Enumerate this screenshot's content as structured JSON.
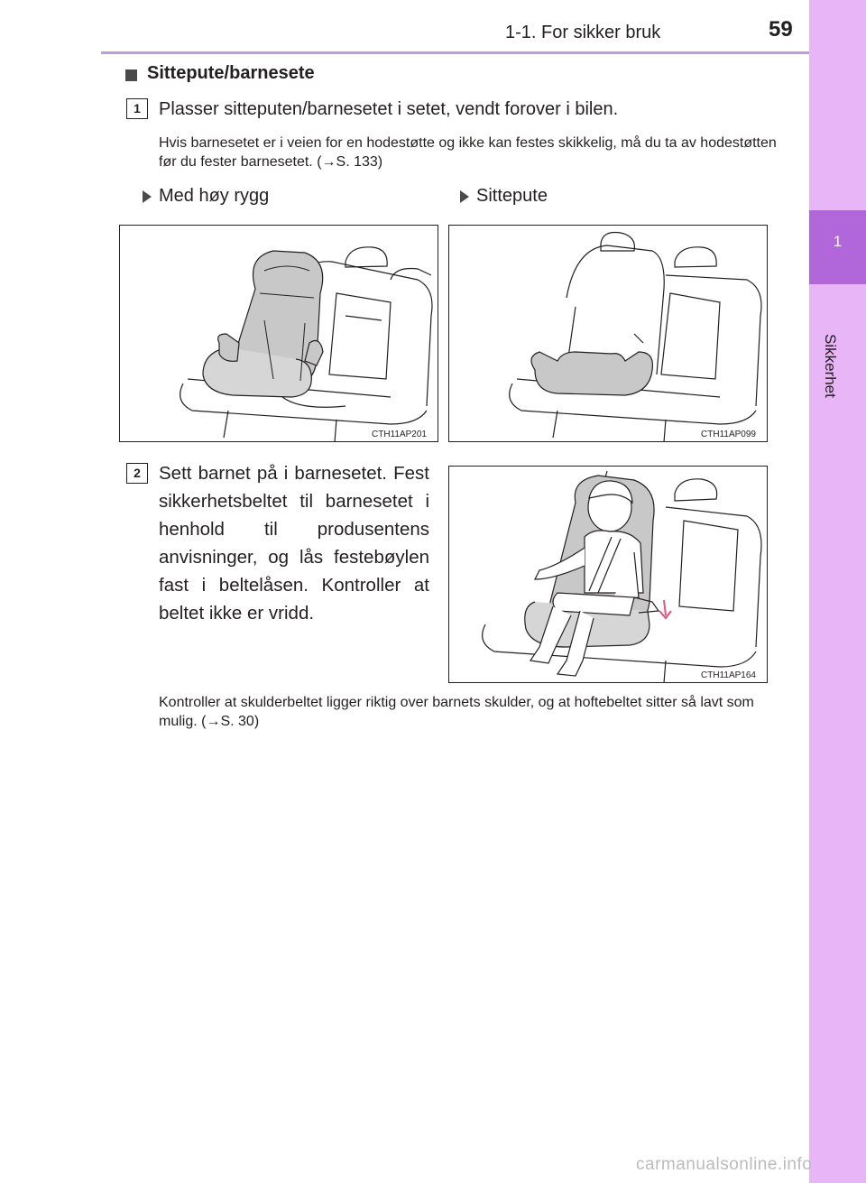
{
  "header": {
    "section": "1-1. For sikker bruk",
    "page_number": "59"
  },
  "side_tab": {
    "chapter_number": "1",
    "chapter_label": "Sikkerhet"
  },
  "heading": "Sittepute/barnesete",
  "step1": {
    "number": "1",
    "text": "Plasser sitteputen/barnesetet i setet, vendt forover i bilen.",
    "note": "Hvis barnesetet er i veien for en hodestøtte og ikke kan festes skikkelig, må du ta av hodestøtten før du fester barnesetet. (→S. 133)"
  },
  "figures": {
    "left_label": "Med høy rygg",
    "right_label": "Sittepute",
    "left_code": "CTH11AP201",
    "right_code": "CTH11AP099",
    "step2_code": "CTH11AP164"
  },
  "step2": {
    "number": "2",
    "text": "Sett barnet på i barnesetet. Fest sikkerhetsbeltet til barnesetet i henhold til produsentens anvisninger, og lås festebøylen fast i beltelåsen. Kontroller at beltet ikke er vridd.",
    "note": "Kontroller at skulderbeltet ligger riktig over barnets skulder, og at hoftebeltet sitter så lavt som mulig. (→S. 30)"
  },
  "watermark": "carmanualsonline.info",
  "colors": {
    "side_tab_light": "#e8b5f7",
    "side_tab_dark": "#b166d9",
    "header_rule": "#b89fd6",
    "seat_fill": "#c8c8c8"
  }
}
